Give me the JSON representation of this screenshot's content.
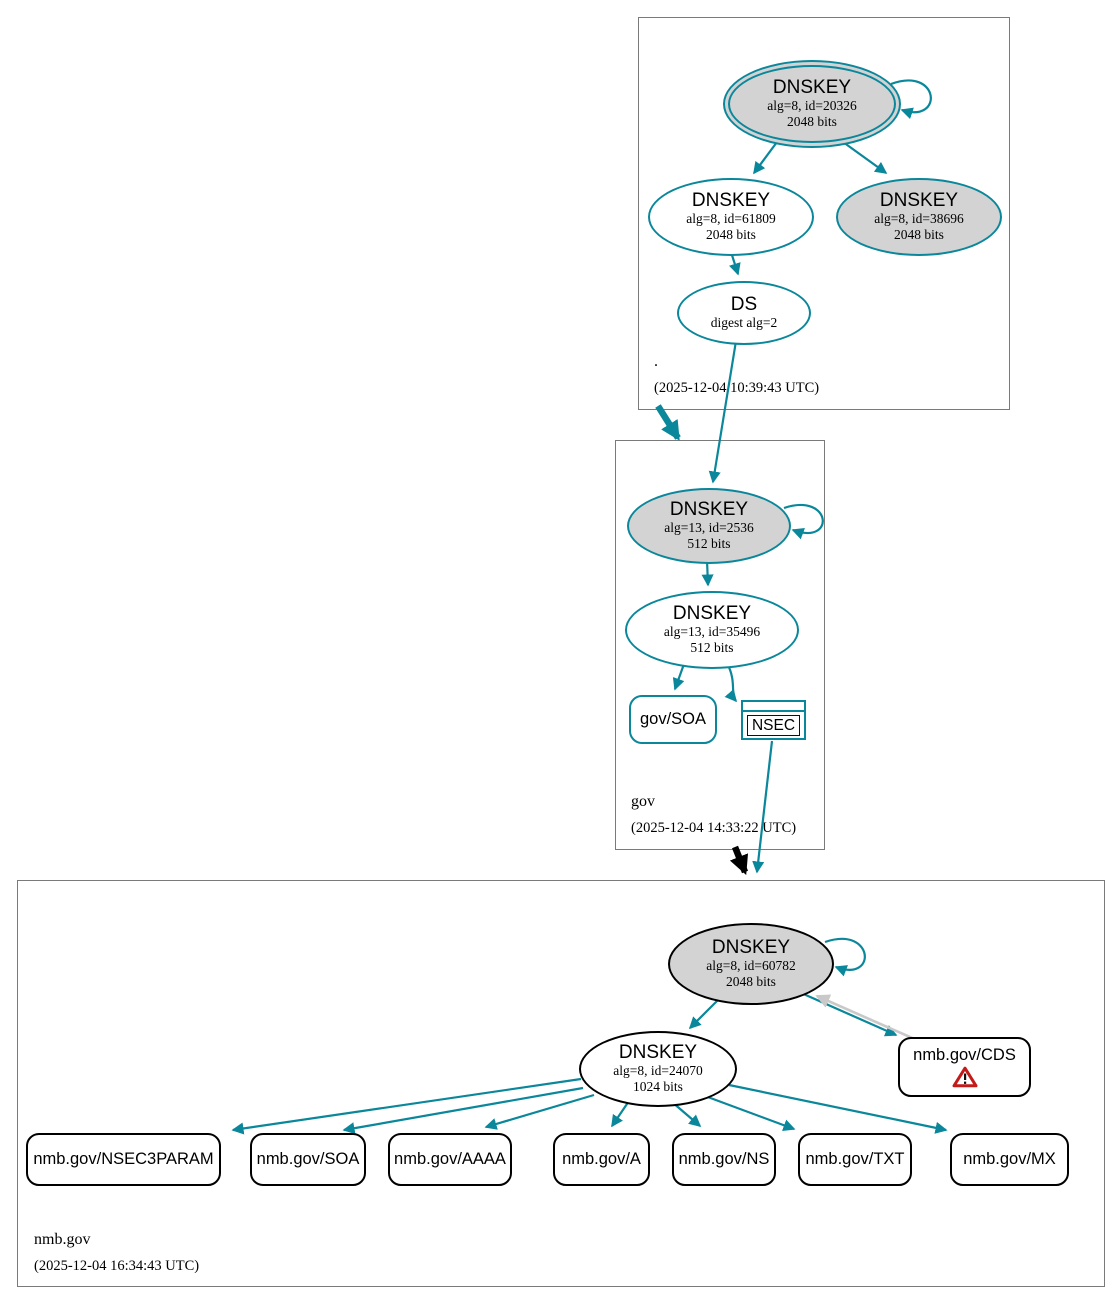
{
  "diagram_type": "dnssec-authentication-chain",
  "colors": {
    "secure_teal": "#0a879a",
    "insecure_black": "#000000",
    "warning_red": "#c41a1a",
    "key_fill_gray": "#d3d3d3",
    "gray_link": "#c9c9c9",
    "zone_border_gray": "#7a7a7a"
  },
  "zones": {
    "root": {
      "label": ".",
      "timestamp": "(2025-12-04 10:39:43 UTC)",
      "nodes": {
        "ksk": {
          "title": "DNSKEY",
          "detail1": "alg=8, id=20326",
          "detail2": "2048 bits"
        },
        "zsk": {
          "title": "DNSKEY",
          "detail1": "alg=8, id=61809",
          "detail2": "2048 bits"
        },
        "standby": {
          "title": "DNSKEY",
          "detail1": "alg=8, id=38696",
          "detail2": "2048 bits"
        },
        "ds": {
          "title": "DS",
          "detail1": "digest alg=2"
        }
      }
    },
    "gov": {
      "label": "gov",
      "timestamp": "(2025-12-04 14:33:22 UTC)",
      "nodes": {
        "ksk": {
          "title": "DNSKEY",
          "detail1": "alg=13, id=2536",
          "detail2": "512 bits"
        },
        "zsk": {
          "title": "DNSKEY",
          "detail1": "alg=13, id=35496",
          "detail2": "512 bits"
        },
        "soa": {
          "label": "gov/SOA"
        },
        "nsec": {
          "label": "NSEC"
        }
      }
    },
    "nmb_gov": {
      "label": "nmb.gov",
      "timestamp": "(2025-12-04 16:34:43 UTC)",
      "nodes": {
        "ksk": {
          "title": "DNSKEY",
          "detail1": "alg=8, id=60782",
          "detail2": "2048 bits"
        },
        "zsk": {
          "title": "DNSKEY",
          "detail1": "alg=8, id=24070",
          "detail2": "1024 bits"
        },
        "cds": {
          "label": "nmb.gov/CDS",
          "icon": "warning-icon"
        },
        "rrsets": [
          {
            "label": "nmb.gov/NSEC3PARAM"
          },
          {
            "label": "nmb.gov/SOA"
          },
          {
            "label": "nmb.gov/AAAA"
          },
          {
            "label": "nmb.gov/A"
          },
          {
            "label": "nmb.gov/NS"
          },
          {
            "label": "nmb.gov/TXT"
          },
          {
            "label": "nmb.gov/MX"
          }
        ]
      }
    }
  }
}
